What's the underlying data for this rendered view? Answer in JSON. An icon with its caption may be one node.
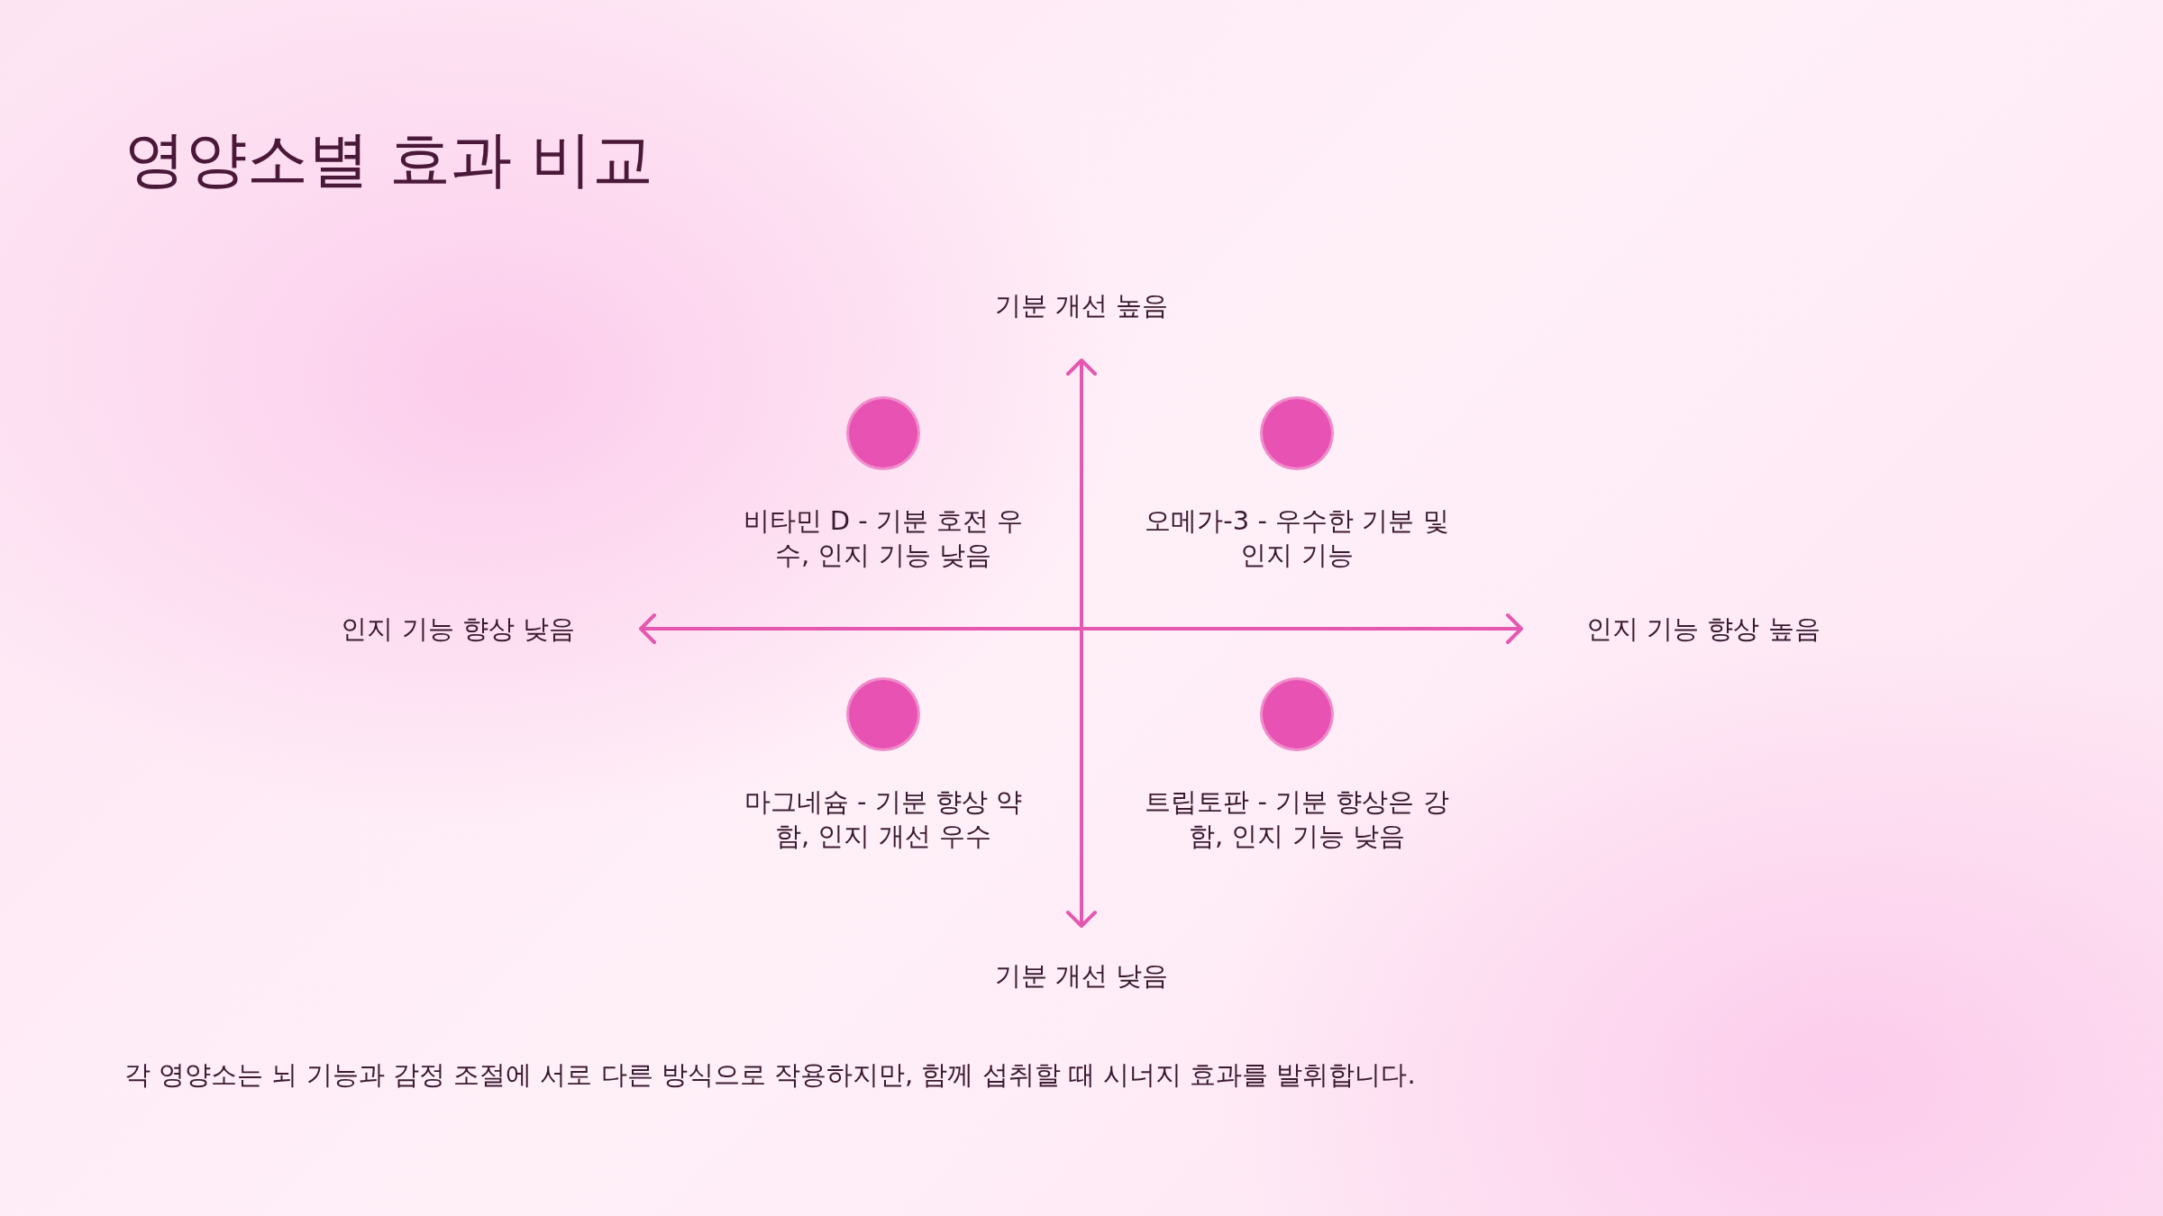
{
  "diagram": {
    "title": "영양소별 효과 비교",
    "caption": "각 영양소는 뇌 기능과 감정 조절에 서로 다른 방식으로 작용하지만, 함께 섭취할 때 시너지 효과를 발휘합니다.",
    "nodes": [
      {
        "text": [],
        "shape": "circle",
        "beside": [
          "비타민 D - 기분 호전 우수, 인지 기능 낮음"
        ]
      },
      {
        "text": [],
        "shape": "circle",
        "beside": [
          "오메가-3 - 우수한 기분 및 인지 기능"
        ]
      },
      {
        "text": [],
        "shape": "circle",
        "beside": [
          "마그네슘 - 기분 향상 약함, 인지 개선 우수"
        ]
      },
      {
        "text": [],
        "shape": "circle",
        "beside": [
          "트립토판 - 기분 향상은 강함, 인지 기능 낮음"
        ]
      }
    ],
    "edges": [],
    "labels": [
      "기분 개선 높음",
      "인지 기능 향상 낮음",
      "인지 기능 향상 높음",
      "기분 개선 낮음"
    ]
  }
}
